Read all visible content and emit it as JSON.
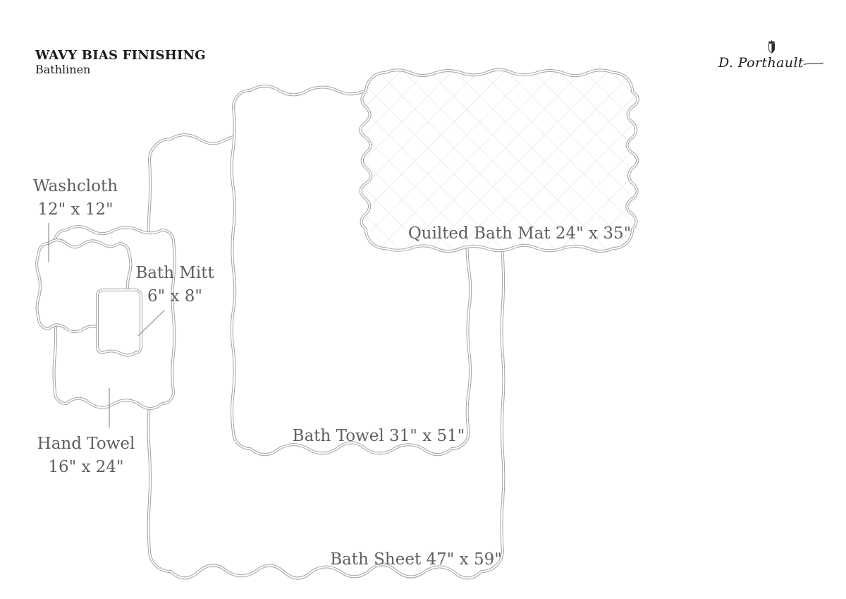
{
  "header": {
    "title": "WAVY BIAS FINISHING",
    "subtitle": "Bathlinen"
  },
  "logo": {
    "brand": "D. Porthault",
    "crest_icon": "crowned-shield-crest"
  },
  "colors": {
    "outline": "#a3a3a3",
    "quilt_line": "#dcdcdc",
    "label_text": "#5f5f5f",
    "title_text": "#1c1c1c",
    "leader_line": "#8f8f8f",
    "background": "#ffffff"
  },
  "items": [
    {
      "id": "washcloth",
      "name": "Washcloth",
      "dimensions": "12\" x 12\""
    },
    {
      "id": "bath-mitt",
      "name": "Bath Mitt",
      "dimensions": "6\" x 8\""
    },
    {
      "id": "hand-towel",
      "name": "Hand Towel",
      "dimensions": "16\" x 24\""
    },
    {
      "id": "bath-towel",
      "name": "Bath Towel",
      "dimensions": "31\" x 51\""
    },
    {
      "id": "bath-sheet",
      "name": "Bath Sheet",
      "dimensions": "47\" x 59\""
    },
    {
      "id": "quilted-bath-mat",
      "name": "Quilted Bath Mat",
      "dimensions": "24\" x 35\""
    }
  ]
}
